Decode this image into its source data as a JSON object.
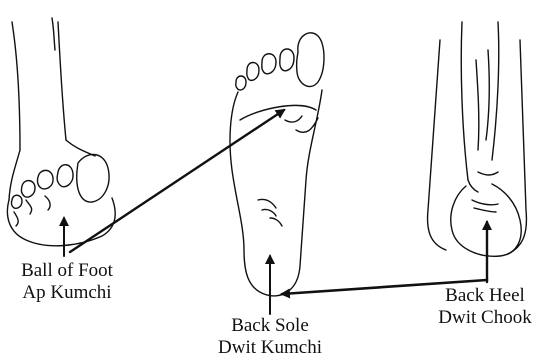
{
  "labels": {
    "ball": {
      "line1": "Ball of Foot",
      "line2": "Ap Kumchi"
    },
    "sole": {
      "line1": "Back Sole",
      "line2": "Dwit Kumchi"
    },
    "heel": {
      "line1": "Back Heel",
      "line2": "Dwit Chook"
    }
  },
  "colors": {
    "ink": "#111111",
    "background": "#ffffff"
  }
}
